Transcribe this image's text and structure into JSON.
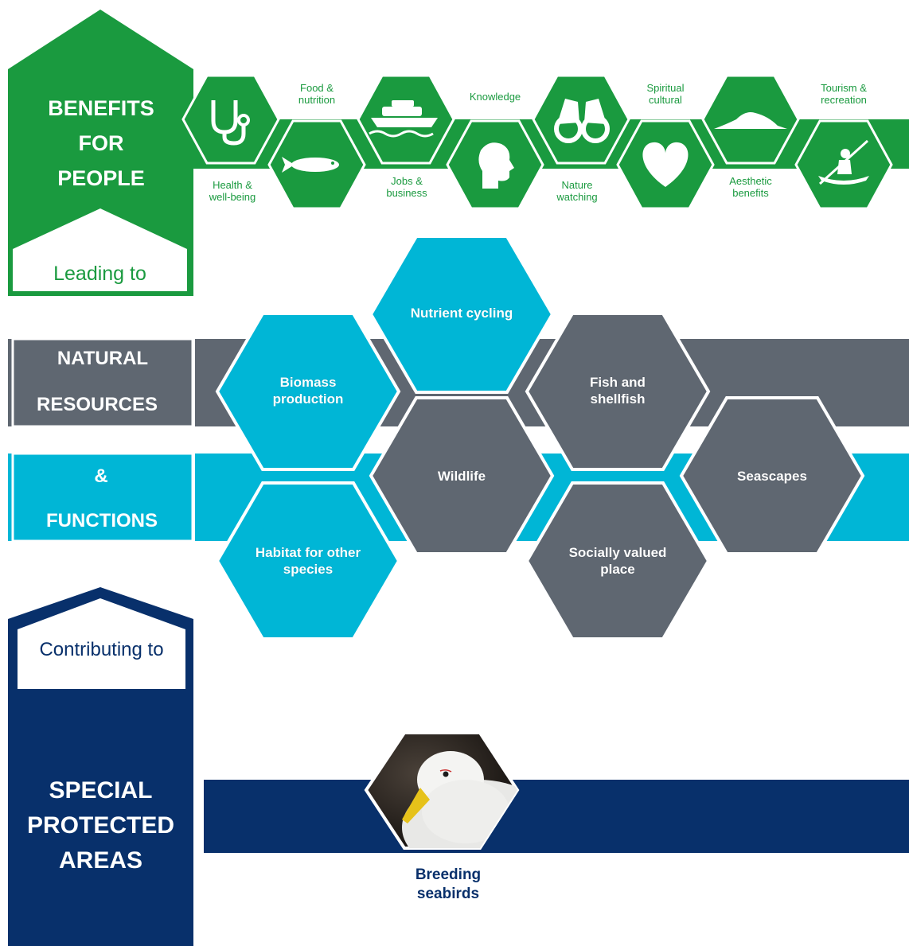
{
  "benefits": {
    "title_lines": [
      "BENEFITS",
      "FOR",
      "PEOPLE"
    ],
    "leading_to": "Leading to",
    "items": [
      {
        "label": "Health &\nwell-being",
        "icon": "stethoscope-icon"
      },
      {
        "label": "Food &\nnutrition",
        "icon": "fish-icon"
      },
      {
        "label": "Jobs &\nbusiness",
        "icon": "boat-icon"
      },
      {
        "label": "Knowledge",
        "icon": "head-icon"
      },
      {
        "label": "Nature\nwatching",
        "icon": "binoculars-icon"
      },
      {
        "label": "Spiritual\ncultural",
        "icon": "heart-icon"
      },
      {
        "label": "Aesthetic\nbenefits",
        "icon": "island-icon"
      },
      {
        "label": "Tourism &\nrecreation",
        "icon": "kayaker-icon"
      }
    ]
  },
  "resources": {
    "natural": "NATURAL",
    "resources": "RESOURCES",
    "amp": "&",
    "functions": "FUNCTIONS",
    "hexes": {
      "nutrient": "Nutrient cycling",
      "biomass": "Biomass\nproduction",
      "fish": "Fish and\nshellfish",
      "wildlife": "Wildlife",
      "seascapes": "Seascapes",
      "habitat": "Habitat for other\nspecies",
      "social": "Socially valued\nplace"
    }
  },
  "spa": {
    "contributing_to": "Contributing to",
    "title_lines": [
      "SPECIAL",
      "PROTECTED",
      "AREAS"
    ],
    "bird_label": "Breeding\nseabirds",
    "bird_icon": "seabird-photo"
  },
  "colors": {
    "green": "#1a9a3f",
    "cyan": "#00b6d6",
    "gray": "#5f6771",
    "navy": "#08306b"
  }
}
